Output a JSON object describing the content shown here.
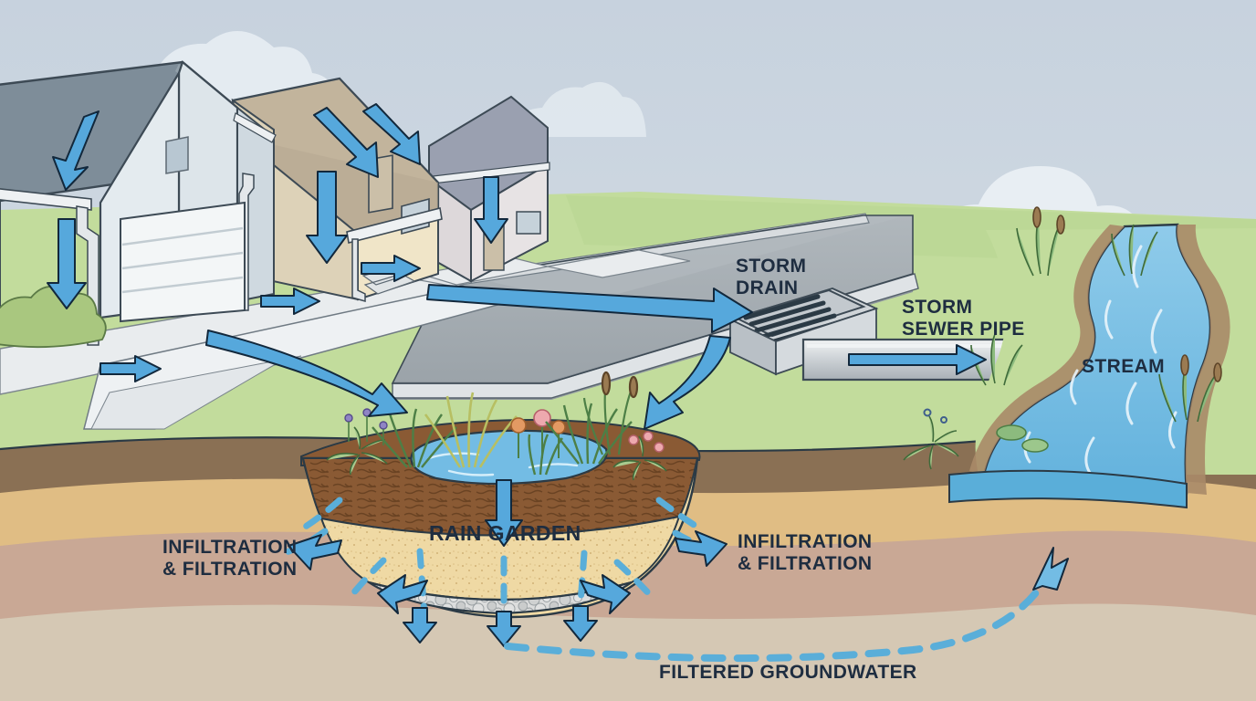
{
  "diagram": {
    "title": "Residential Stormwater Runoff and Rain Garden Cross-Section",
    "label_color": "#1e2d40",
    "arrow_color": "#56a8dc",
    "arrow_outline": "#12283c"
  },
  "labels": {
    "storm_drain": "STORM\nDRAIN",
    "storm_sewer_pipe": "STORM\nSEWER PIPE",
    "stream": "STREAM",
    "rain_garden": "RAIN GARDEN",
    "infiltration_left": "INFILTRATION\n& FILTRATION",
    "infiltration_right": "INFILTRATION\n& FILTRATION",
    "filtered_groundwater": "FILTERED GROUNDWATER"
  },
  "palette": {
    "sky": "#ccd6e0",
    "cloud": "#e8eef3",
    "lawn": "#c2dc9c",
    "lawn_shadow": "#b2d089",
    "sidewalk": "#e9ecee",
    "sidewalk_edge": "#d4d9dc",
    "street": "#a8afb5",
    "street_dark": "#9aa2a9",
    "curb": "#d8dcdf",
    "water": "#73bce4",
    "water_deep": "#5aaed9",
    "soil_topsoil": "#8a7054",
    "soil_tan": "#e0bd84",
    "soil_rose": "#c9a895",
    "soil_pale": "#d5c8b4",
    "mulch": "#8a5a34",
    "sand": "#efd9a4",
    "gravel": "#d9dadb",
    "house1_wall": "#dde5ea",
    "house1_roof": "#7e8d99",
    "house2_wall": "#ece0c4",
    "house2_roof": "#c2b49c",
    "house3_wall": "#e7e3e4",
    "house3_roof": "#9aa0b0",
    "pipe": "#cfd4d8",
    "plant_green": "#8cbb7e",
    "plant_dark": "#5f9158",
    "sedge": "#d7dd8e",
    "flower_pink": "#eda9ae",
    "flower_purple": "#8f84c4",
    "flower_orange": "#e39a63"
  },
  "elements": {
    "houses": [
      {
        "name": "house-with-garage",
        "roof": "#7e8d99",
        "wall": "#dde5ea"
      },
      {
        "name": "house-beige",
        "roof": "#c2b49c",
        "wall": "#ece0c4"
      },
      {
        "name": "house-grey",
        "roof": "#9aa0b0",
        "wall": "#e7e3e4"
      }
    ],
    "soil_layers": [
      {
        "name": "topsoil",
        "color": "#8a7054"
      },
      {
        "name": "subsoil-tan",
        "color": "#e0bd84"
      },
      {
        "name": "subsoil-rose",
        "color": "#c9a895"
      },
      {
        "name": "deep-pale",
        "color": "#d5c8b4"
      }
    ],
    "rain_garden_layers": [
      {
        "name": "ponded-water",
        "color": "#73bce4"
      },
      {
        "name": "mulch-layer",
        "color": "#8a5a34"
      },
      {
        "name": "sand-media",
        "color": "#efd9a4"
      },
      {
        "name": "gravel-drainage",
        "color": "#d9dadb"
      }
    ],
    "flow_arrows": [
      {
        "name": "roof-runoff-house1",
        "direction": "down"
      },
      {
        "name": "downspout-runoff-house1",
        "direction": "down"
      },
      {
        "name": "roof-runoff-house2-a",
        "direction": "down-right"
      },
      {
        "name": "roof-runoff-house2-b",
        "direction": "down-right"
      },
      {
        "name": "downspout-runoff-house2",
        "direction": "down"
      },
      {
        "name": "roof-runoff-house3",
        "direction": "down"
      },
      {
        "name": "lawn-sheet-flow-1",
        "direction": "right"
      },
      {
        "name": "lawn-sheet-flow-2",
        "direction": "right"
      },
      {
        "name": "lawn-sheet-flow-3",
        "direction": "right"
      },
      {
        "name": "driveway-to-street",
        "direction": "right"
      },
      {
        "name": "driveway-curve-to-garden",
        "direction": "down-right"
      },
      {
        "name": "street-to-storm-drain",
        "direction": "right"
      },
      {
        "name": "street-to-rain-garden",
        "direction": "down-left"
      },
      {
        "name": "pipe-flow-to-stream",
        "direction": "right"
      },
      {
        "name": "garden-percolation",
        "direction": "down"
      },
      {
        "name": "infiltration-left",
        "direction": "left"
      },
      {
        "name": "infiltration-right",
        "direction": "right"
      },
      {
        "name": "groundwater-to-stream",
        "direction": "up-right"
      }
    ]
  }
}
